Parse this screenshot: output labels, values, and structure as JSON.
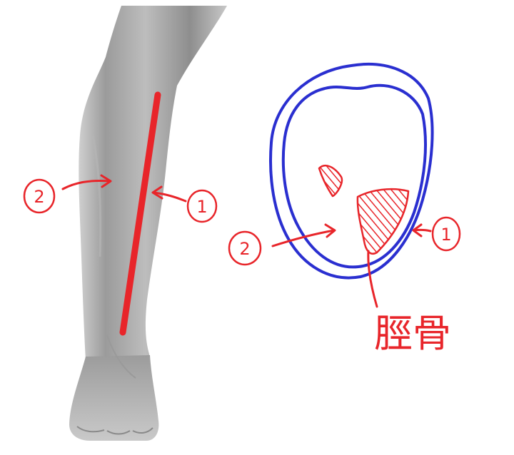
{
  "leg_view": {
    "marker_left": "2",
    "marker_right": "1"
  },
  "cross_section": {
    "marker_left": "2",
    "marker_right": "1",
    "bone_label": "脛骨"
  },
  "colors": {
    "annotation": "#e8252a",
    "outline": "#2a2fd0",
    "skin": "#a9a9a9"
  }
}
